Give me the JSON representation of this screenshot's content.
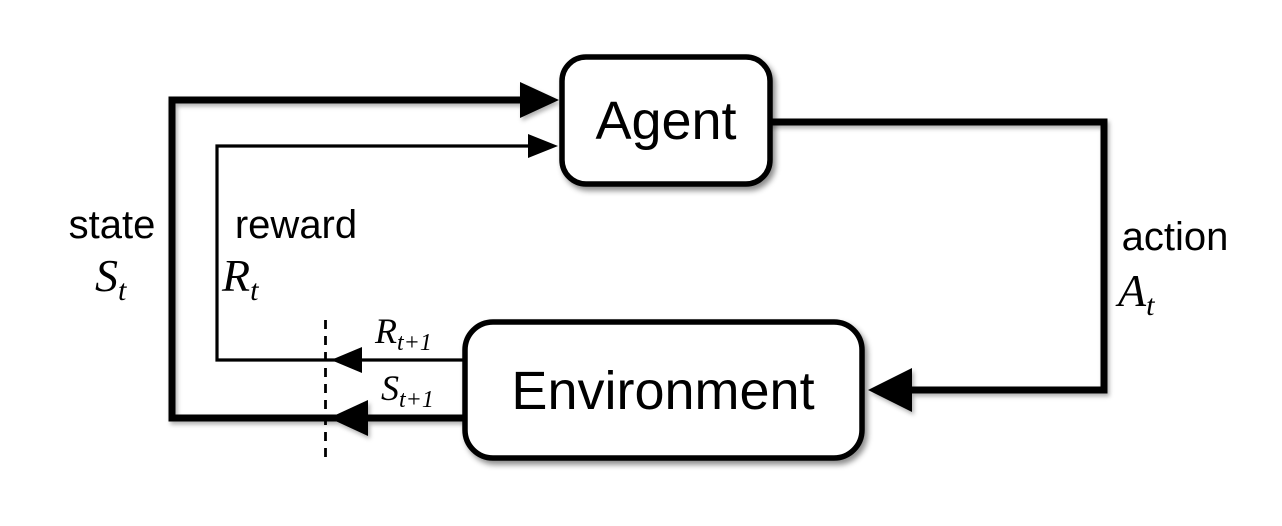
{
  "colors": {
    "background": "#ffffff",
    "ink": "#000000",
    "box_fill": "#ffffff"
  },
  "nodes": {
    "agent": {
      "label": "Agent"
    },
    "environment": {
      "label": "Environment"
    }
  },
  "signals": {
    "state": {
      "word": "state",
      "symbol": "S",
      "subscript": "t"
    },
    "reward": {
      "word": "reward",
      "symbol": "R",
      "subscript": "t"
    },
    "action": {
      "word": "action",
      "symbol": "A",
      "subscript": "t"
    },
    "next_reward": {
      "symbol": "R",
      "subscript": "t+1"
    },
    "next_state": {
      "symbol": "S",
      "subscript": "t+1"
    }
  }
}
